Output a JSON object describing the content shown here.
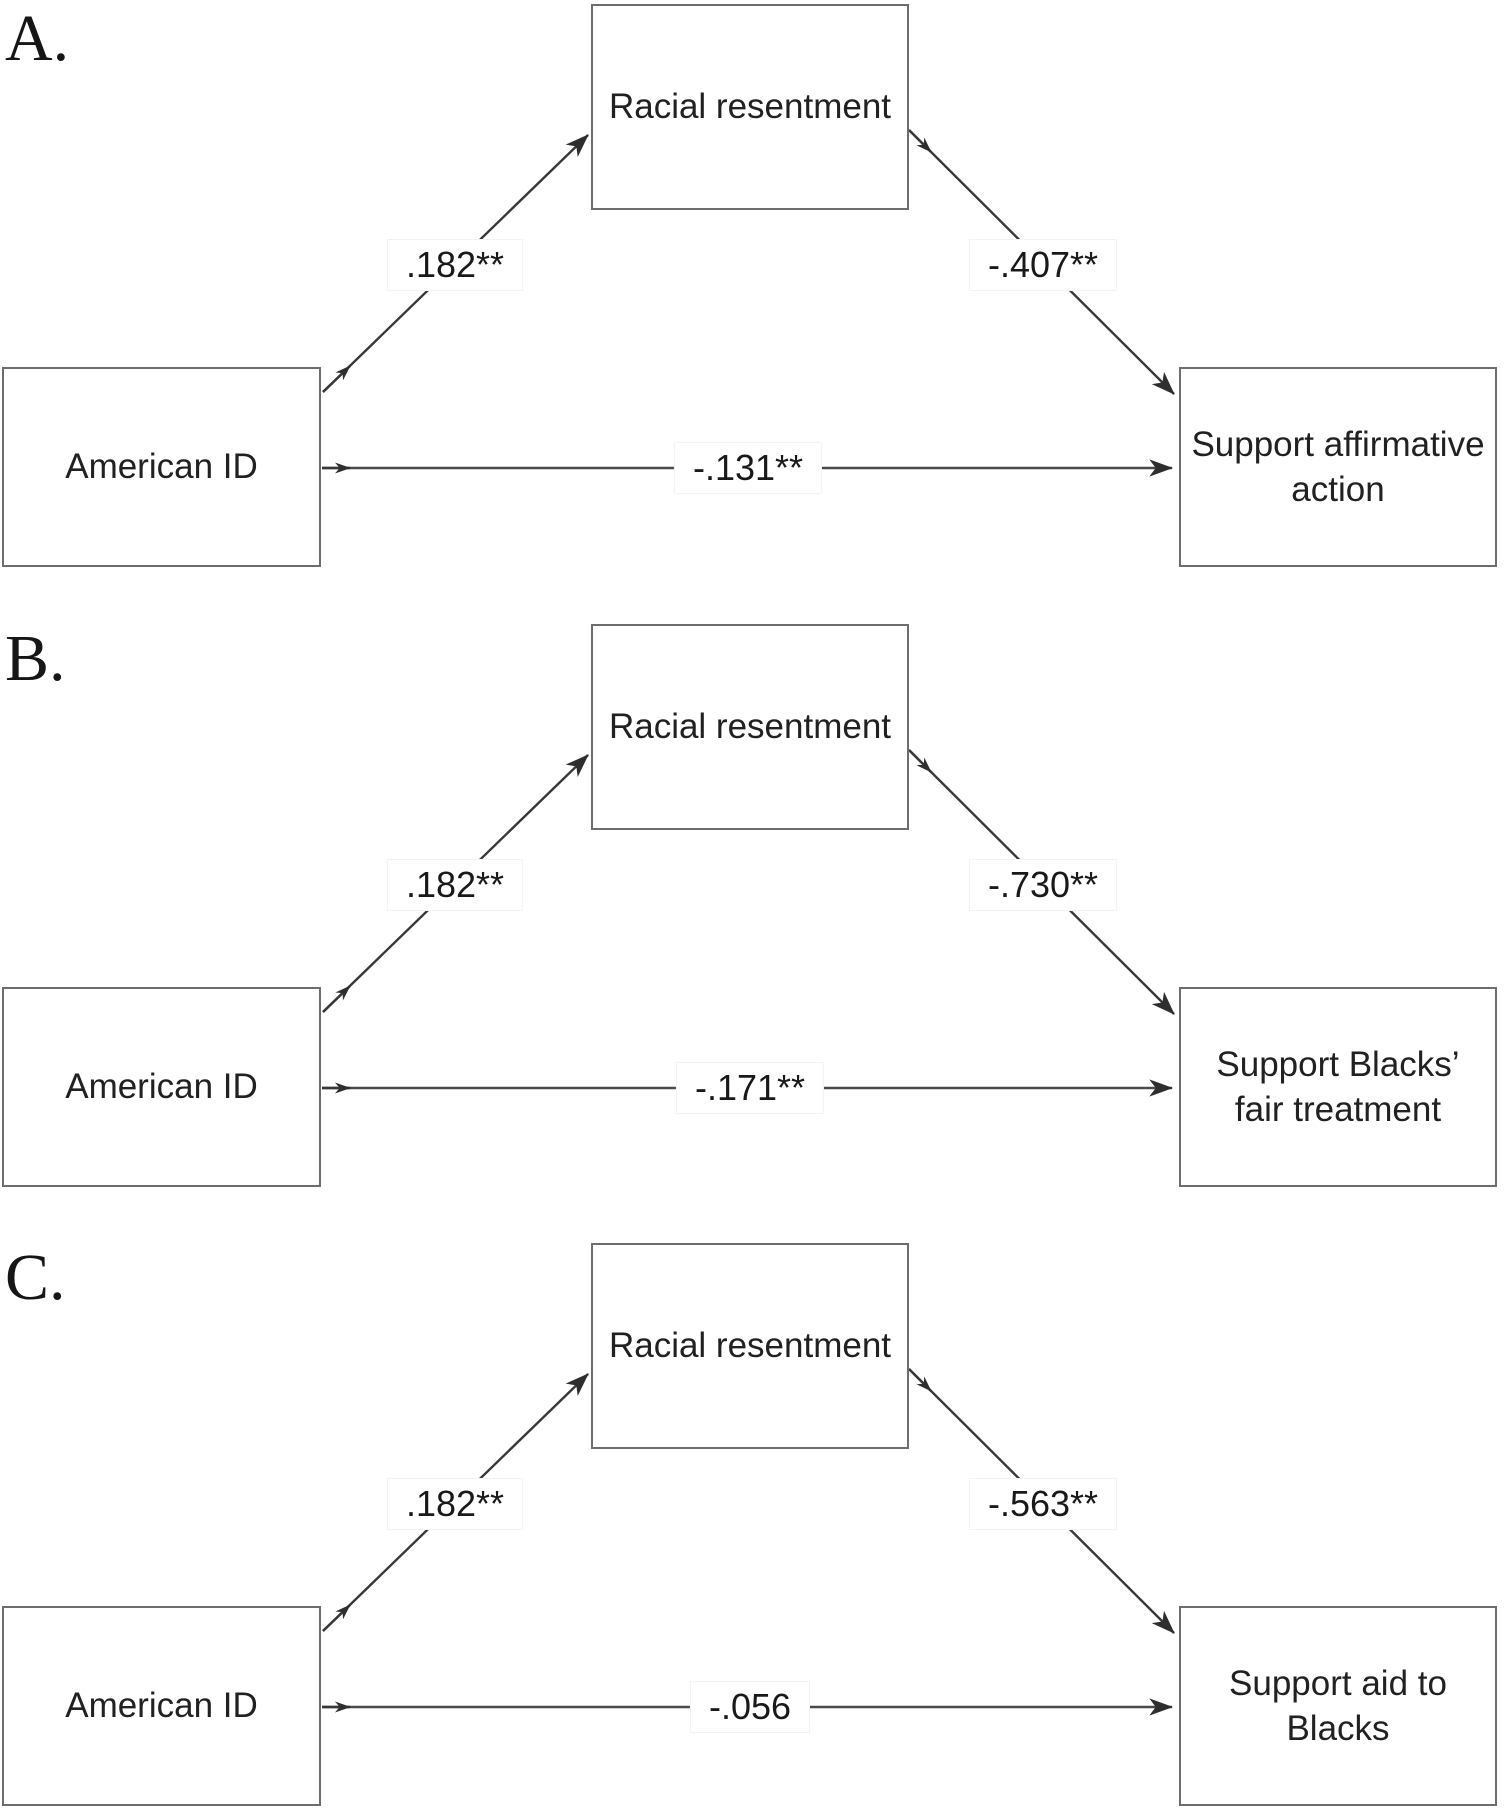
{
  "figure": {
    "type": "mediation-path-diagram",
    "colors": {
      "arrow": "#383838",
      "box_border": "#6d6d6d",
      "text": "#212121",
      "background": "#ffffff"
    },
    "panels": [
      {
        "letter": "A.",
        "predictor": "American ID",
        "mediator": "Racial resentment",
        "outcome": "Support affirmative\naction",
        "path_a": ".182**",
        "path_b": "-.407**",
        "path_c": "-.131**"
      },
      {
        "letter": "B.",
        "predictor": "American ID",
        "mediator": "Racial resentment",
        "outcome": "Support Blacks’\nfair treatment",
        "path_a": ".182**",
        "path_b": "-.730**",
        "path_c": "-.171**"
      },
      {
        "letter": "C.",
        "predictor": "American ID",
        "mediator": "Racial resentment",
        "outcome": "Support aid to\nBlacks",
        "path_a": ".182**",
        "path_b": "-.563**",
        "path_c": "-.056"
      }
    ]
  }
}
